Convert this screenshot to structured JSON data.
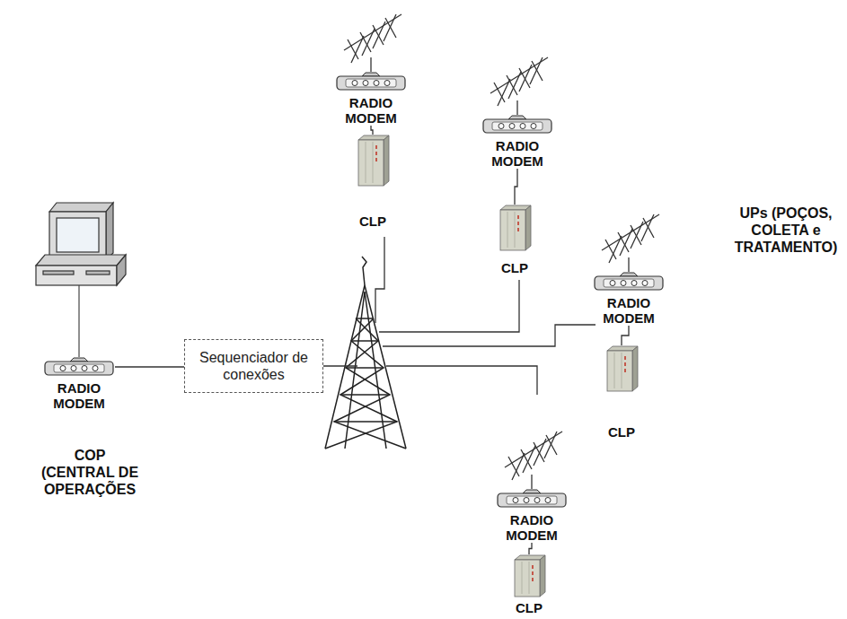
{
  "diagram": {
    "nodes": [
      {
        "text": [
          "RADIO MODEM"
        ]
      },
      {
        "text": [
          "Sequenciador de conexões"
        ]
      },
      {
        "text": [
          "RADIO MODEM"
        ]
      },
      {
        "text": [
          "CLP"
        ]
      },
      {
        "text": [
          "RADIO MODEM"
        ]
      },
      {
        "text": [
          "CLP"
        ]
      },
      {
        "text": [
          "RADIO MODEM"
        ]
      },
      {
        "text": [
          "CLP"
        ]
      },
      {
        "text": [
          "RADIO MODEM"
        ]
      },
      {
        "text": [
          "CLP"
        ]
      }
    ],
    "edges": [
      {
        "from": 0,
        "to": 1,
        "arrow": "none"
      },
      {
        "from": 2,
        "to": 3,
        "arrow": "none"
      },
      {
        "from": 4,
        "to": 5,
        "arrow": "none"
      },
      {
        "from": 6,
        "to": 7,
        "arrow": "none"
      },
      {
        "from": 8,
        "to": 9,
        "arrow": "none"
      }
    ],
    "labels": [
      "COP (CENTRAL DE OPERAÇÕES",
      "UPs (POÇOS, COLETA e TRATAMENTO)"
    ]
  }
}
